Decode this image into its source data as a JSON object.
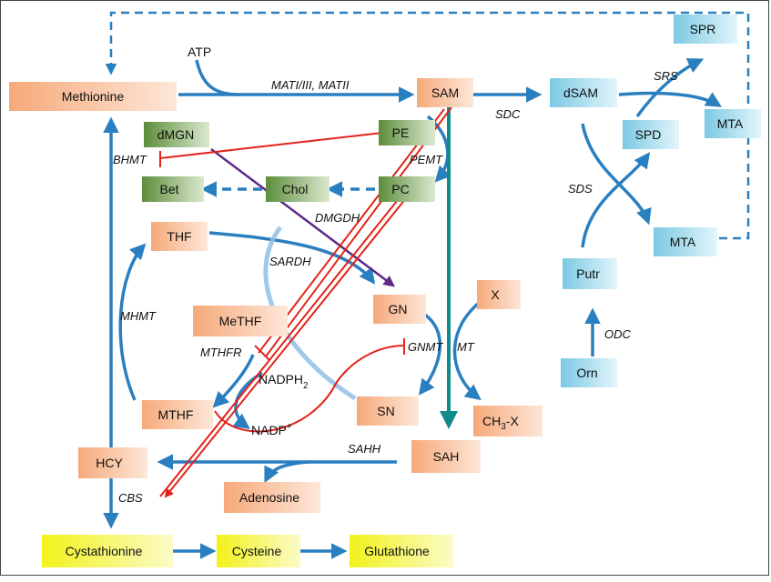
{
  "nodes": {
    "methionine": "Methionine",
    "sam": "SAM",
    "dsam": "dSAM",
    "spr": "SPR",
    "mta_top": "MTA",
    "spd": "SPD",
    "mta_bottom": "MTA",
    "putr": "Putr",
    "orn": "Orn",
    "dmgn": "dMGN",
    "bet": "Bet",
    "chol": "Chol",
    "pe": "PE",
    "pc": "PC",
    "thf": "THF",
    "gn": "GN",
    "x": "X",
    "methf": "MeTHF",
    "mthf": "MTHF",
    "sn": "SN",
    "ch3x_main": "CH",
    "ch3x_sub": "3",
    "ch3x_tail": "-X",
    "sah": "SAH",
    "hcy": "HCY",
    "adenosine": "Adenosine",
    "cystathionine": "Cystathionine",
    "cysteine": "Cysteine",
    "glutathione": "Glutathione"
  },
  "labels": {
    "atp": "ATP",
    "nadph_main": "NADPH",
    "nadph_sub": "2",
    "nadp_main": "NADP",
    "nadp_sup": "+"
  },
  "enzymes": {
    "mat": "MATI/III, MATII",
    "sdc": "SDC",
    "srs": "SRS",
    "sds": "SDS",
    "odc": "ODC",
    "bhmt": "BHMT",
    "pemt": "PEMT",
    "dmgdh": "DMGDH",
    "sardh": "SARDH",
    "mhmt": "MHMT",
    "mthfr": "MTHFR",
    "gnmt": "GNMT",
    "mt": "MT",
    "sahh": "SAHH",
    "cbs": "CBS"
  },
  "colors": {
    "orange_dark": "#f6a97a",
    "orange_light": "#fde7d8",
    "blue_dark": "#7cc9e3",
    "blue_light": "#e3f5fb",
    "green_dark": "#5d8d3c",
    "green_light": "#dbe9cf",
    "yellow": "#f2f21c",
    "arrow_blue": "#2a7fc0",
    "arrow_red": "#e2231a",
    "arrow_teal": "#118a8a",
    "arrow_purple": "#5b2a86"
  }
}
